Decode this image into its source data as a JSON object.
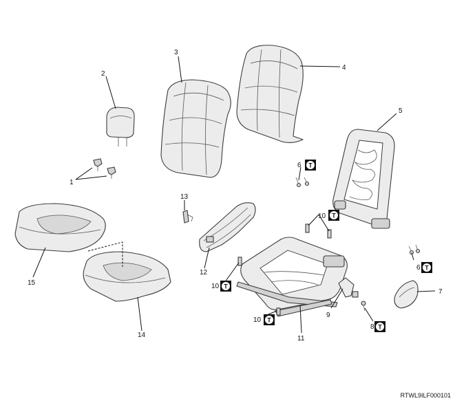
{
  "callouts": {
    "c1": "1",
    "c2": "2",
    "c3": "3",
    "c4": "4",
    "c5": "5",
    "c6a": "6",
    "c6b": "6",
    "c7": "7",
    "c8": "8",
    "c9": "9",
    "c10a": "10",
    "c10b": "10",
    "c10c": "10",
    "c11": "11",
    "c12": "12",
    "c13": "13",
    "c14": "14",
    "c15": "15"
  },
  "torque_symbol": "T",
  "reference_code": "RTWL9ILF000101"
}
